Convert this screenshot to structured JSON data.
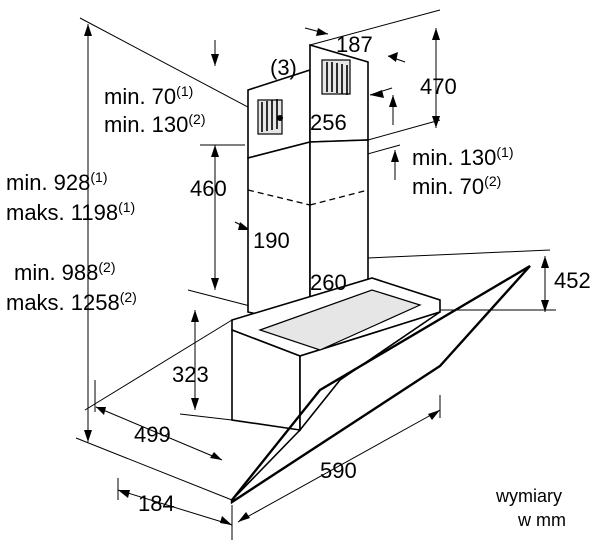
{
  "labels": {
    "note_id": "(3)",
    "w_top": "187",
    "h_top": "470",
    "d_top": "256",
    "chimney_min_a": "min. 70",
    "chimney_min_a_ref": "(1)",
    "chimney_min_b": "min. 130",
    "chimney_min_b_ref": "(2)",
    "right_min_a": "min. 130",
    "right_min_a_ref": "(1)",
    "right_min_b": "min. 70",
    "right_min_b_ref": "(2)",
    "total_min_1": "min. 928",
    "total_min_1_ref": "(1)",
    "total_max_1": "maks. 1198",
    "total_max_1_ref": "(1)",
    "h_460": "460",
    "w_190": "190",
    "d_260": "260",
    "total_min_2": "min. 988",
    "total_min_2_ref": "(2)",
    "total_max_2": "maks. 1258",
    "total_max_2_ref": "(2)",
    "h_452": "452",
    "h_323": "323",
    "d_499": "499",
    "w_590": "590",
    "d_184": "184",
    "units_line1": "wymiary",
    "units_line2": "w mm"
  }
}
